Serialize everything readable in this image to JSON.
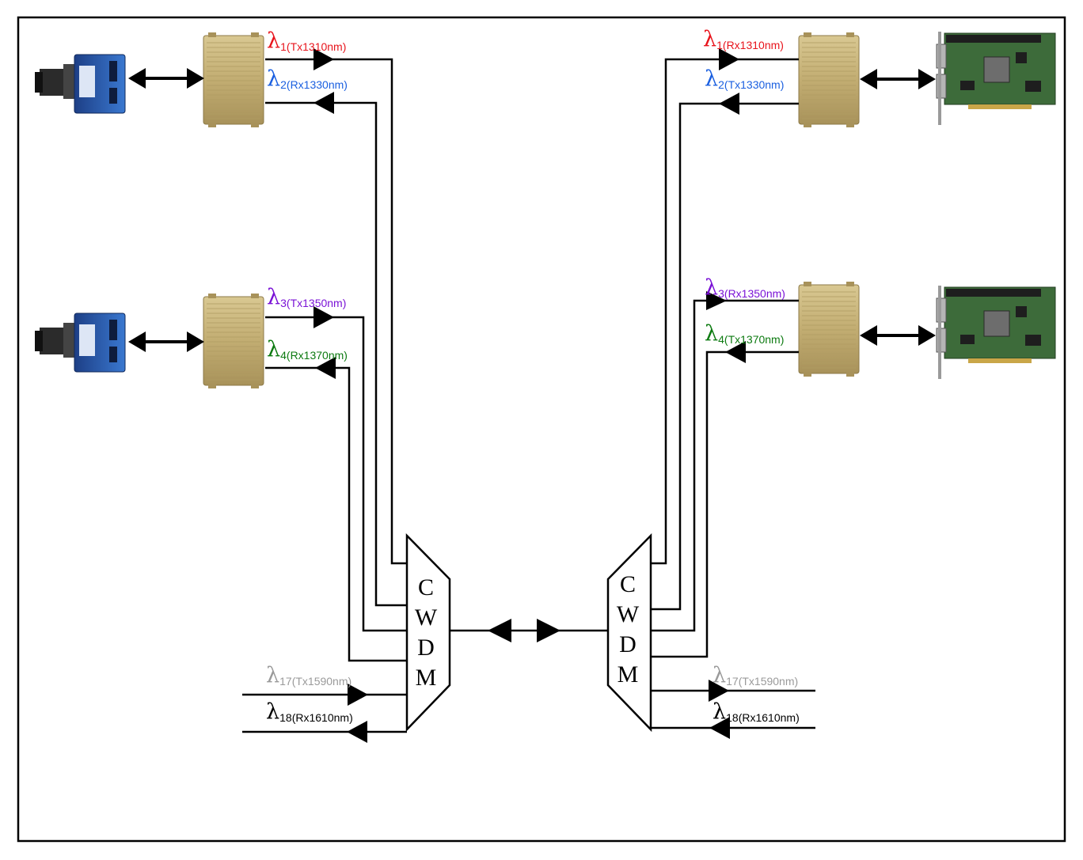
{
  "cwdm_left": {
    "letters": [
      "C",
      "W",
      "D",
      "M"
    ]
  },
  "cwdm_right": {
    "letters": [
      "C",
      "W",
      "D",
      "M"
    ]
  },
  "labels": {
    "l1_tx": {
      "sym": "λ",
      "sub": "1(Tx1310nm)",
      "color": "#e8141c"
    },
    "l2_rx": {
      "sym": "λ",
      "sub": "2(Rx1330nm)",
      "color": "#1a5fe0"
    },
    "l3_tx": {
      "sym": "λ",
      "sub": "3(Tx1350nm)",
      "color": "#7a12d6"
    },
    "l4_rx": {
      "sym": "λ",
      "sub": "4(Rx1370nm)",
      "color": "#0c7a10"
    },
    "l1_rx": {
      "sym": "λ",
      "sub": "1(Rx1310nm)",
      "color": "#e8141c"
    },
    "l2_tx": {
      "sym": "λ",
      "sub": "2(Tx1330nm)",
      "color": "#1a5fe0"
    },
    "l3_rx": {
      "sym": "λ",
      "sub": "3(Rx1350nm)",
      "color": "#7a12d6"
    },
    "l4_tx": {
      "sym": "λ",
      "sub": "4(Tx1370nm)",
      "color": "#0c7a10"
    },
    "l17_tx_left": {
      "sym": "λ",
      "sub": "17(Tx1590nm)",
      "color": "#9a9a9a"
    },
    "l18_rx_left": {
      "sym": "λ",
      "sub": "18(Rx1610nm)",
      "color": "#000000"
    },
    "l17_tx_right": {
      "sym": "λ",
      "sub": "17(Tx1590nm)",
      "color": "#9a9a9a"
    },
    "l18_rx_right": {
      "sym": "λ",
      "sub": "18(Rx1610nm)",
      "color": "#000000"
    }
  },
  "icons": {
    "camera": "camera-icon",
    "converter": "fiber-converter-icon",
    "card": "frame-grabber-card-icon"
  },
  "colors": {
    "converter_body": "#c8b47c",
    "camera_body": "#2a5fb0",
    "pcb": "#3d6b3a"
  }
}
